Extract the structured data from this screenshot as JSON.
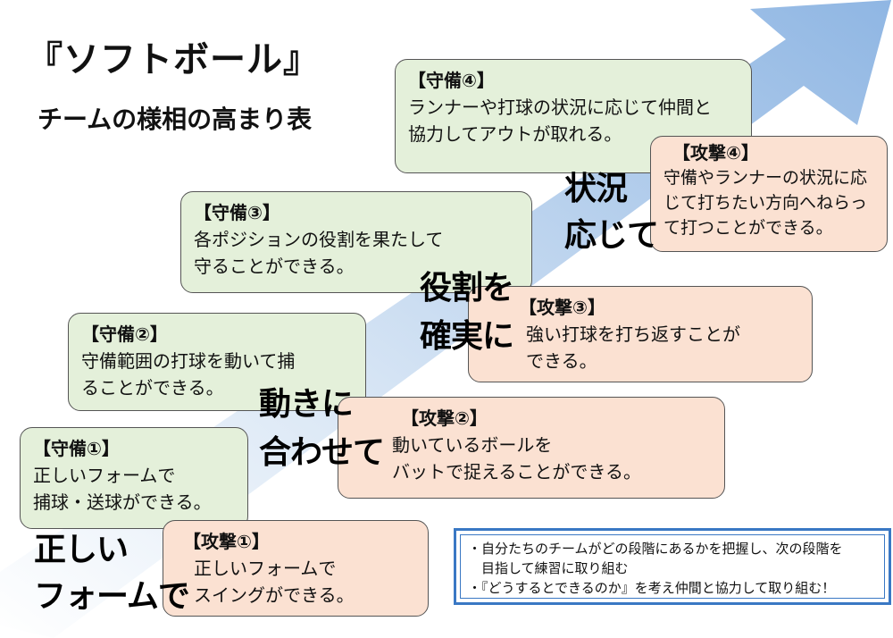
{
  "title": "『ソフトボール』",
  "subtitle": "チームの様相の高まり表",
  "colors": {
    "arrow": "#a9c8ea",
    "defense_box": "#e4f0da",
    "attack_box": "#fbe1d2",
    "note_border": "#3a78c4"
  },
  "defense": [
    {
      "head": "【守備①】",
      "body": "正しいフォームで\n捕球・送球ができる。"
    },
    {
      "head": "【守備②】",
      "body": "守備範囲の打球を動いて捕\nることができる。"
    },
    {
      "head": "【守備③】",
      "body": "各ポジションの役割を果たして\n守ることができる。"
    },
    {
      "head": "【守備④】",
      "body": "ランナーや打球の状況に応じて仲間と\n協力してアウトが取れる。"
    }
  ],
  "attack": [
    {
      "head": "【攻撃①】",
      "body": "正しいフォームで\nスイングができる。"
    },
    {
      "head": "【攻撃②】",
      "body": "動いているボールを\nバットで捉えることができる。"
    },
    {
      "head": "【攻撃③】",
      "body": "強い打球を打ち返すことが\nできる。"
    },
    {
      "head": "【攻撃④】",
      "body": "守備やランナーの状況に応\nじて打ちたい方向へねらっ\nて打つことができる。"
    }
  ],
  "steps": [
    "正しい\nフォームで",
    "動きに\n合わせて",
    "役割を\n確実に",
    "状況\n応じて"
  ],
  "notes": [
    "・自分たちのチームがどの段階にあるかを把握し、次の段階を\n　目指して練習に取り組む",
    "・『どうするとできるのか』を考え仲間と協力して取り組む！"
  ]
}
